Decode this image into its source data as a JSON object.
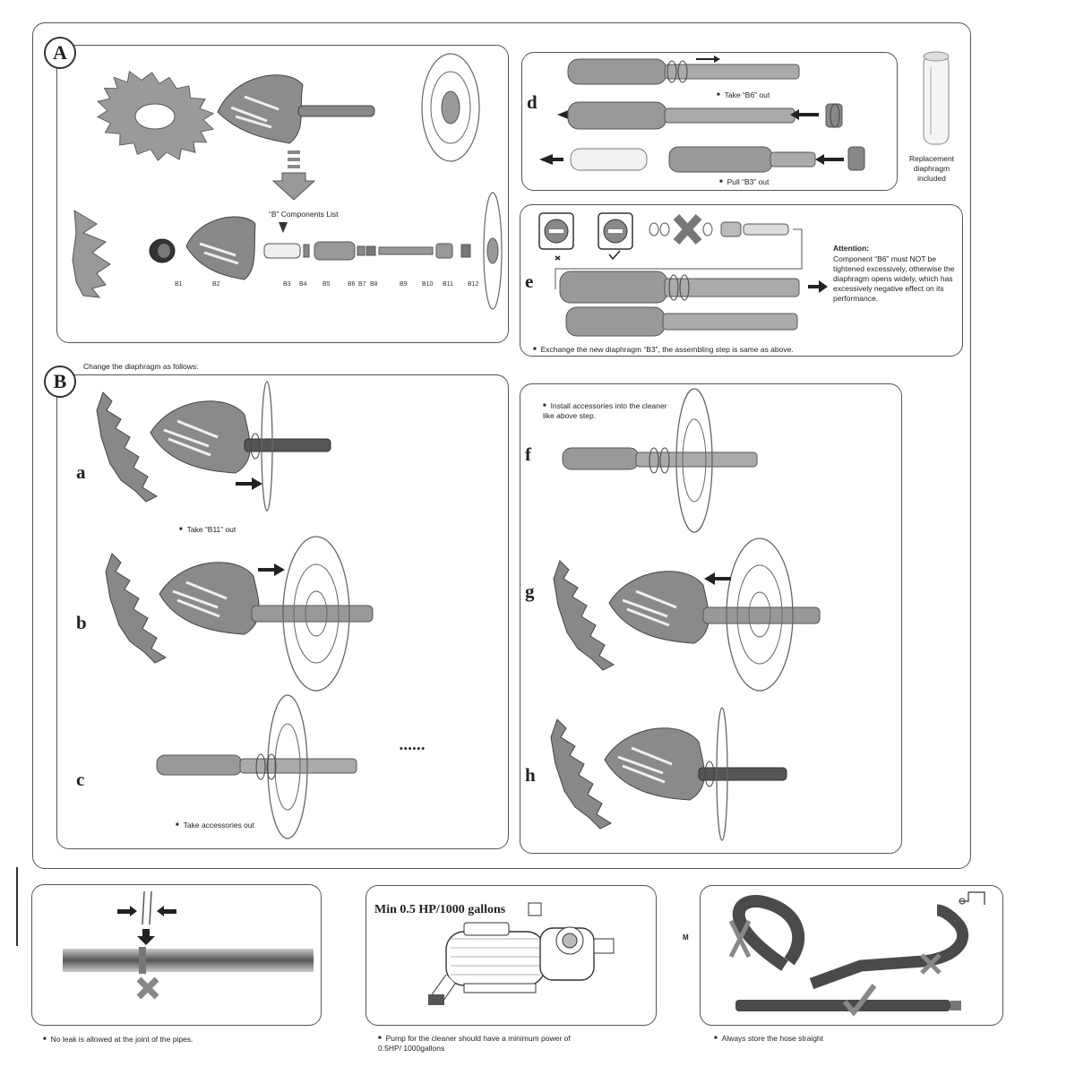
{
  "sections": {
    "A": {
      "letter": "A",
      "components_caption": "“B” Components List",
      "part_labels": [
        "B1",
        "B2",
        "B3",
        "B4",
        "B5",
        "B6",
        "B7",
        "B8",
        "B9",
        "B10",
        "B11",
        "B12"
      ]
    },
    "B": {
      "letter": "B",
      "intro": "Change the diaphragm as follows:",
      "steps": [
        {
          "letter": "a",
          "caption": "Take “B11” out"
        },
        {
          "letter": "b",
          "caption": ""
        },
        {
          "letter": "c",
          "caption": "Take accessories out"
        }
      ],
      "ellipsis": "••••••"
    },
    "d": {
      "letter": "d",
      "caption_1": "Take “B6” out",
      "caption_2": "Pull “B3” out",
      "side_note": "Replacement diaphragm included"
    },
    "e": {
      "letter": "e",
      "attention_title": "Attention:",
      "attention_text": "Component “B6” must NOT be tightened excessively, otherwise the diaphragm opens widely, which has excessively negative effect on its performance.",
      "caption": "Exchange the new diaphragm “B3”, the assembling step is same as above."
    },
    "fgh": {
      "intro": "Install accessories into the cleaner like above step.",
      "steps": [
        "f",
        "g",
        "h"
      ]
    },
    "bottom": {
      "leak_caption": "No leak is allowed at the joint of the pipes.",
      "pump_title": "Min 0.5 HP/1000 gallons",
      "pump_caption": "Pump for the cleaner should have a minimum power of 0.5HP/ 1000gallons",
      "hose_caption": "Always store the hose straight",
      "hose_side_label": "M"
    }
  },
  "colors": {
    "border": "#555555",
    "part_fill": "#8c8c8c",
    "part_dark": "#5a5a5a",
    "hose_dark": "#4a4a4a",
    "cross_gray": "#777777"
  }
}
